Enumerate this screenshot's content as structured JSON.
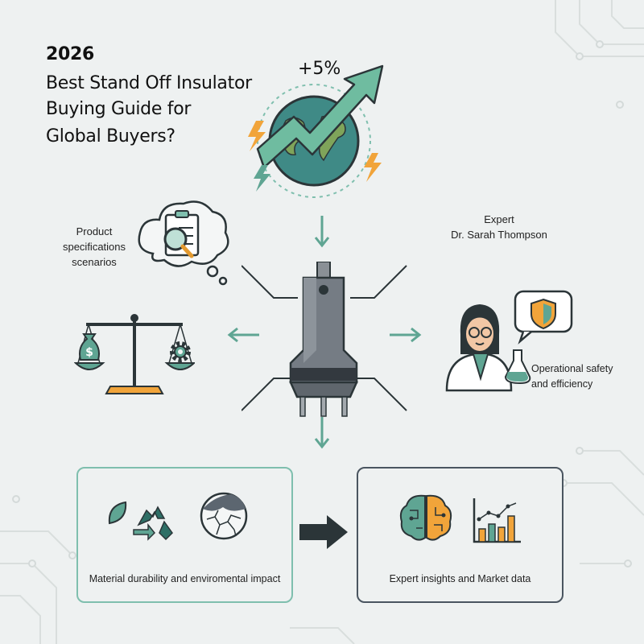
{
  "title": {
    "year": "2026",
    "line1": "Best Stand Off Insulator",
    "line2": "Buying Guide for",
    "line3": "Global Buyers?"
  },
  "growth_label": "+5%",
  "product": {
    "line1": "Product",
    "line2": "specifications",
    "line3": "scenarios"
  },
  "expert": {
    "line1": "Expert",
    "line2": "Dr. Sarah Thompson"
  },
  "safety": {
    "line1": "Operational safety",
    "line2": "and efficiency"
  },
  "box_left_label": "Material durability and enviromental impact",
  "box_right_label": "Expert insights and Market data",
  "colors": {
    "teal": "#5fa593",
    "dark_teal": "#2e6f66",
    "orange": "#f1a43a",
    "slate": "#4f555c",
    "box_left_border": "#7fbfae",
    "box_right_border": "#4a5560"
  },
  "icons": [
    "globe-icon",
    "growth-arrow-icon",
    "lightning-icon",
    "thought-cloud-icon",
    "clipboard-magnifier-icon",
    "balance-scale-icon",
    "dollar-bag-icon",
    "gear-icon",
    "insulator-icon",
    "scientist-icon",
    "shield-icon",
    "recycle-icon",
    "leaf-icon",
    "cracked-material-icon",
    "brain-icon",
    "bar-chart-icon"
  ]
}
